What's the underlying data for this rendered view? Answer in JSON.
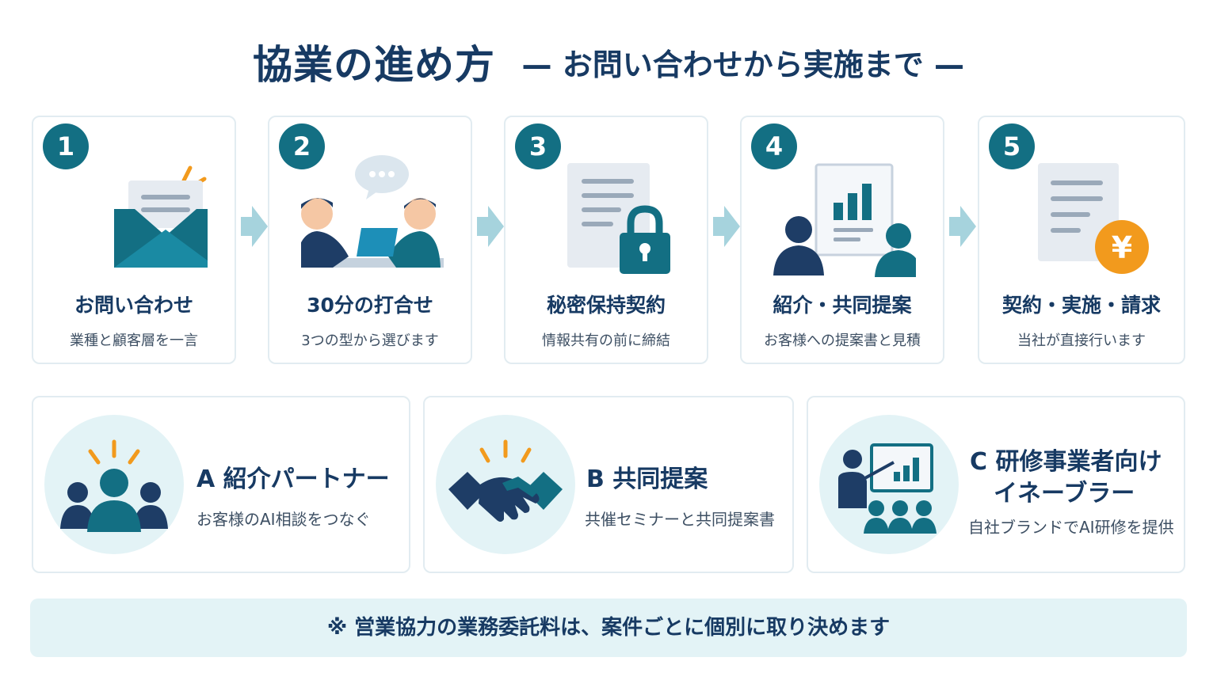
{
  "title": {
    "main": "協業の進め方",
    "sub": "— お問い合わせから実施まで —"
  },
  "steps": [
    {
      "num": "1",
      "title": "お問い合わせ",
      "desc": "業種と顧客層を一言",
      "icon": "envelope-icon"
    },
    {
      "num": "2",
      "title": "30分の打合せ",
      "desc": "3つの型から選びます",
      "icon": "meeting-icon"
    },
    {
      "num": "3",
      "title": "秘密保持契約",
      "desc": "情報共有の前に締結",
      "icon": "document-lock-icon"
    },
    {
      "num": "4",
      "title": "紹介・共同提案",
      "desc": "お客様への提案書と見積",
      "icon": "proposal-chart-icon"
    },
    {
      "num": "5",
      "title": "契約・実施・請求",
      "desc": "当社が直接行います",
      "icon": "invoice-yen-icon"
    }
  ],
  "options": [
    {
      "title": "A 紹介パートナー",
      "desc": "お客様のAI相談をつなぐ",
      "icon": "people-group-icon"
    },
    {
      "title": "B 共同提案",
      "desc": "共催セミナーと共同提案書",
      "icon": "handshake-icon"
    },
    {
      "title_line1": "C 研修事業者向け",
      "title_line2": "イネーブラー",
      "desc": "自社ブランドでAI研修を提供",
      "icon": "presentation-icon"
    }
  ],
  "note": "※ 営業協力の業務委託料は、案件ごとに個別に取り決めます",
  "colors": {
    "navy": "#173a63",
    "teal": "#136f83",
    "light_teal": "#e3f3f6",
    "arrow": "#a6d3dd",
    "orange": "#f29a1d"
  }
}
